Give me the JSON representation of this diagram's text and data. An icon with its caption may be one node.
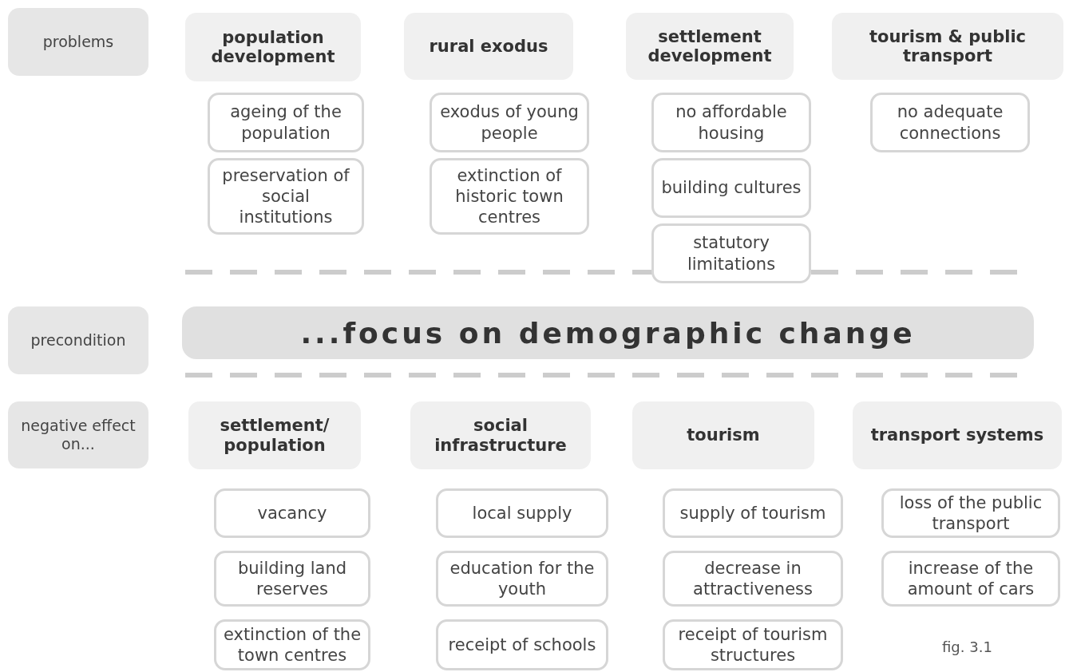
{
  "diagram": {
    "caption": "fig. 3.1",
    "nodes": [
      {
        "text": [
          "problems"
        ]
      },
      {
        "text": [
          "population development"
        ]
      },
      {
        "text": [
          "rural exodus"
        ]
      },
      {
        "text": [
          "settlement development"
        ]
      },
      {
        "text": [
          "tourism & public transport"
        ]
      },
      {
        "text": [
          "ageing of the population"
        ]
      },
      {
        "text": [
          "preservation of social institutions"
        ]
      },
      {
        "text": [
          "exodus of young people"
        ]
      },
      {
        "text": [
          "extinction of historic town centres"
        ]
      },
      {
        "text": [
          "no affordable housing"
        ]
      },
      {
        "text": [
          "building cultures"
        ]
      },
      {
        "text": [
          "statutory limitations"
        ]
      },
      {
        "text": [
          "no adequate connections"
        ]
      },
      {
        "text": [
          "precondition"
        ]
      },
      {
        "text": [
          "...focus on demographic change"
        ]
      },
      {
        "text": [
          "negative effect on..."
        ]
      },
      {
        "text": [
          "settlement/ population"
        ]
      },
      {
        "text": [
          "social infrastructure"
        ]
      },
      {
        "text": [
          "tourism"
        ]
      },
      {
        "text": [
          "transport systems"
        ]
      },
      {
        "text": [
          "vacancy"
        ]
      },
      {
        "text": [
          "building land reserves"
        ]
      },
      {
        "text": [
          "extinction of the town centres"
        ]
      },
      {
        "text": [
          "local supply"
        ]
      },
      {
        "text": [
          "education for the youth"
        ]
      },
      {
        "text": [
          "receipt of schools"
        ]
      },
      {
        "text": [
          "supply of tourism"
        ]
      },
      {
        "text": [
          "decrease in attractiveness"
        ]
      },
      {
        "text": [
          "receipt of tourism structures"
        ]
      },
      {
        "text": [
          "loss of the public transport"
        ]
      },
      {
        "text": [
          "increase of the amount of cars"
        ]
      }
    ],
    "edges": []
  }
}
